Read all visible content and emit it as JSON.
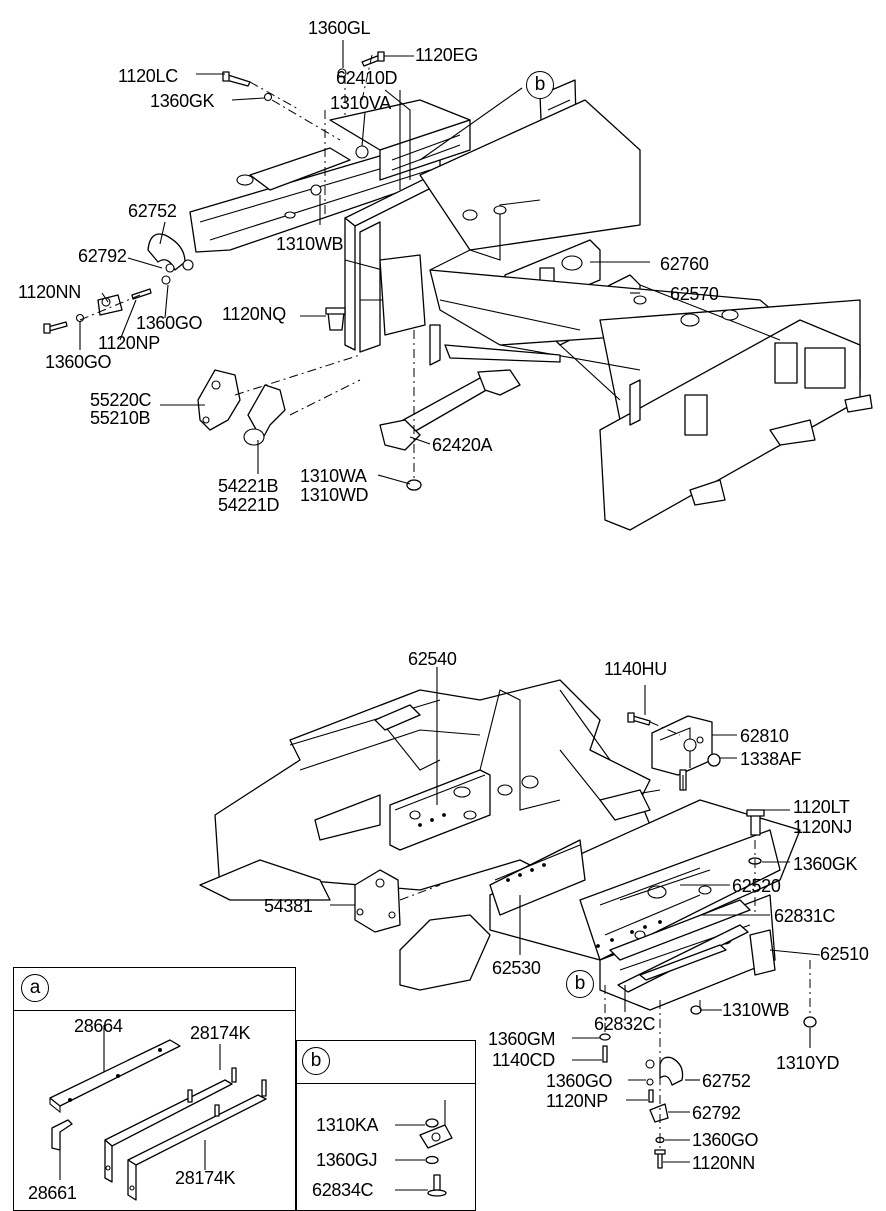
{
  "top_labels": {
    "l1360GL": "1360GL",
    "l1120EG": "1120EG",
    "l1120LC": "1120LC",
    "l62410D": "62410D",
    "l1360GK": "1360GK",
    "l1310VA": "1310VA",
    "l62752": "62752",
    "l1310WB": "1310WB",
    "l62792": "62792",
    "l62760": "62760",
    "l1120NN": "1120NN",
    "l62570": "62570",
    "l1360GO_a": "1360GO",
    "l1120NQ": "1120NQ",
    "l1120NP": "1120NP",
    "l1360GO_b": "1360GO",
    "l55220C": "55220C",
    "l55210B": "55210B",
    "l62420A": "62420A",
    "l1310WA": "1310WA",
    "l1310WD": "1310WD",
    "l54221B": "54221B",
    "l54221D": "54221D",
    "callout_b": "b"
  },
  "bottom_labels": {
    "l62540": "62540",
    "l1140HU": "1140HU",
    "l62810": "62810",
    "l1338AF": "1338AF",
    "l1120LT": "1120LT",
    "l1120NJ": "1120NJ",
    "l1360GK": "1360GK",
    "l54381": "54381",
    "l62520": "62520",
    "l62831C": "62831C",
    "l62510": "62510",
    "l62530": "62530",
    "l62832C": "62832C",
    "l1310WB": "1310WB",
    "l1360GM": "1360GM",
    "l1140CD": "1140CD",
    "l1310YD": "1310YD",
    "l1360GO_a": "1360GO",
    "l62752": "62752",
    "l1120NP": "1120NP",
    "l62792": "62792",
    "l1360GO_b": "1360GO",
    "l1120NN": "1120NN",
    "callout_b": "b"
  },
  "inset_a": {
    "letter": "a",
    "l28664": "28664",
    "l28174K_top": "28174K",
    "l28661": "28661",
    "l28174K_bot": "28174K"
  },
  "inset_b": {
    "letter": "b",
    "l1310KA": "1310KA",
    "l1360GJ": "1360GJ",
    "l62834C": "62834C"
  }
}
